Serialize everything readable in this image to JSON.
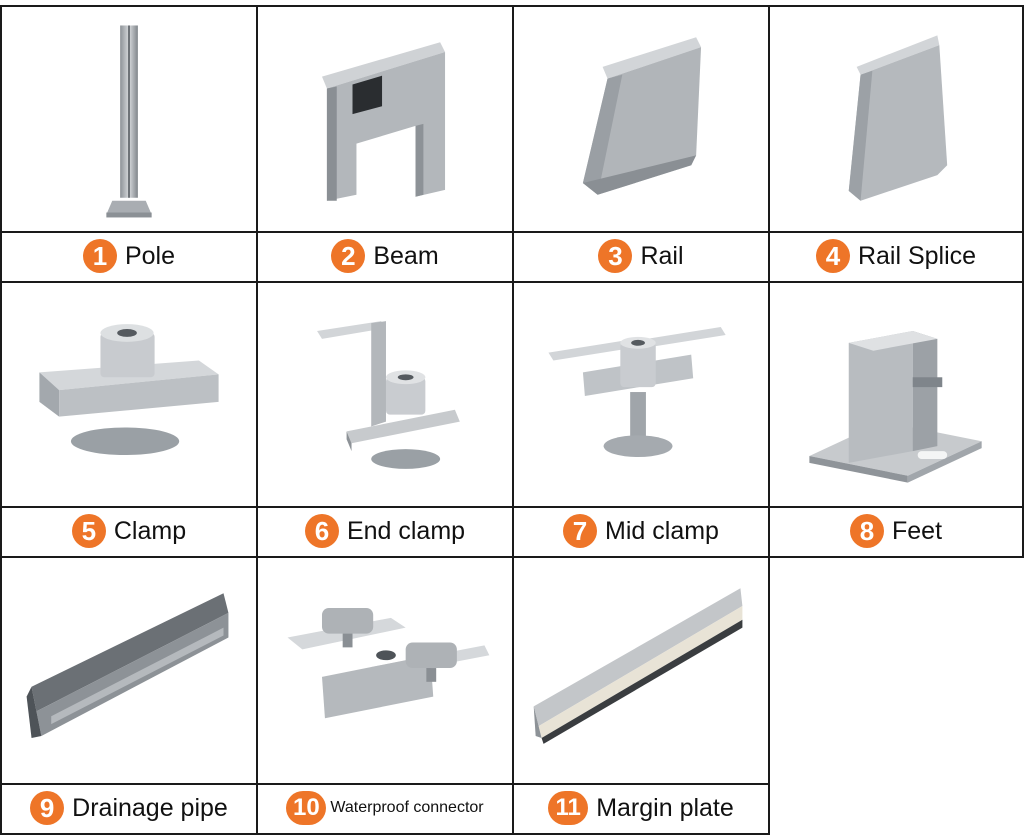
{
  "colors": {
    "badge": "#ee7528",
    "border": "#1a1a1a",
    "metal": "#b9bdc1",
    "metal_dark": "#7f858b"
  },
  "items": [
    {
      "num": "1",
      "label": "Pole",
      "icon": "pole-icon"
    },
    {
      "num": "2",
      "label": "Beam",
      "icon": "beam-icon"
    },
    {
      "num": "3",
      "label": "Rail",
      "icon": "rail-icon"
    },
    {
      "num": "4",
      "label": "Rail Splice",
      "icon": "rail-splice-icon"
    },
    {
      "num": "5",
      "label": "Clamp",
      "icon": "clamp-icon"
    },
    {
      "num": "6",
      "label": "End clamp",
      "icon": "end-clamp-icon"
    },
    {
      "num": "7",
      "label": "Mid clamp",
      "icon": "mid-clamp-icon"
    },
    {
      "num": "8",
      "label": "Feet",
      "icon": "feet-icon"
    },
    {
      "num": "9",
      "label": "Drainage pipe",
      "icon": "drainage-pipe-icon"
    },
    {
      "num": "10",
      "label": "Waterproof connector",
      "icon": "waterproof-connector-icon"
    },
    {
      "num": "11",
      "label": "Margin plate",
      "icon": "margin-plate-icon"
    }
  ]
}
